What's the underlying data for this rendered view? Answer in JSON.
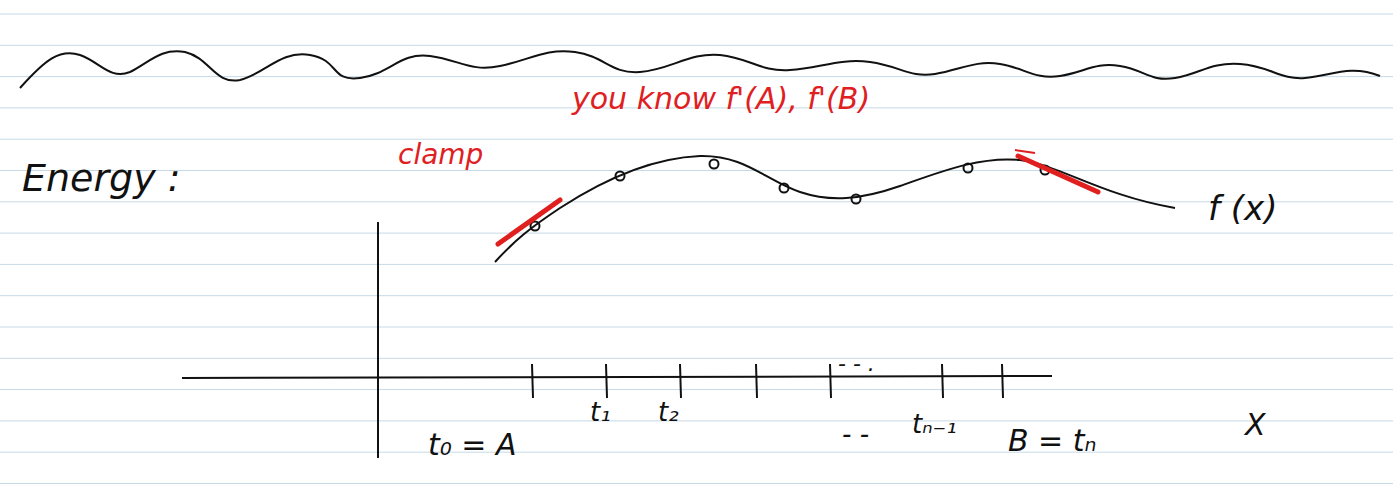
{
  "diagram": {
    "labels": [
      "Energy :",
      "clamp",
      "you know f'(A), f'(B)",
      "f (x)",
      "t₀ = A",
      "t₁",
      "t₂",
      "- - .",
      "- -",
      "tₙ₋₁",
      "B = tₙ",
      "X"
    ]
  }
}
